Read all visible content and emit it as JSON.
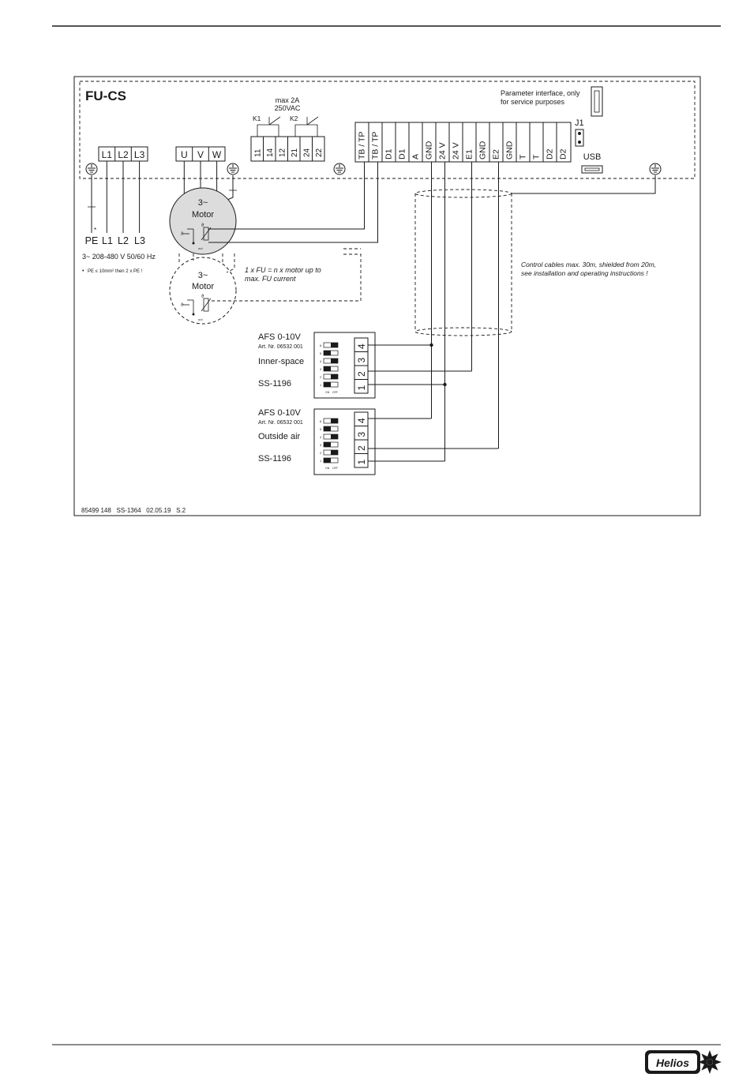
{
  "title": "FU-CS",
  "relays": {
    "rating": [
      "max 2A",
      "250VAC"
    ],
    "k1": "K1",
    "k2": "K2",
    "k1_terminals": [
      "11",
      "14",
      "12"
    ],
    "k2_terminals": [
      "21",
      "24",
      "22"
    ]
  },
  "supply": {
    "terminals": [
      "L1",
      "L2",
      "L3"
    ],
    "labels": [
      "PE",
      "L1",
      "L2",
      "L3"
    ],
    "voltage": "3~ 208-480 V 50/60 Hz",
    "note": "PE ≤ 10mm² then 2 x PE !",
    "star": "*"
  },
  "motor_terminals": [
    "U",
    "V",
    "W"
  ],
  "motor1": {
    "line1": "3~",
    "line2": "Motor",
    "out": "out"
  },
  "motor2": {
    "line1": "3~",
    "line2": "Motor",
    "out": "out"
  },
  "multi_motor_note": [
    "1 x FU = n x motor up to",
    "max. FU current"
  ],
  "control_terminals": [
    "TB / TP",
    "TB / TP",
    "D1",
    "D1",
    "A",
    "GND",
    "24 V",
    "24 V",
    "E1",
    "GND",
    "E2",
    "GND",
    "T",
    "T",
    "D2",
    "D2"
  ],
  "jumper": "J1",
  "usb": "USB",
  "param_interface": [
    "Parameter interface, only",
    "for service purposes"
  ],
  "cable_note": [
    "Control cables max. 30m, shielded from 20m,",
    "see installation and operating instructions !"
  ],
  "sensors": [
    {
      "model": "AFS 0-10V",
      "art": "Art. Nr. 06532 001",
      "location": "Inner-space",
      "code": "SS-1196",
      "terminals": [
        "4",
        "3",
        "2",
        "1"
      ],
      "dip": [
        false,
        true,
        false,
        true,
        false,
        true
      ]
    },
    {
      "model": "AFS 0-10V",
      "art": "Art. Nr. 06532 001",
      "location": "Outside air",
      "code": "SS-1196",
      "terminals": [
        "4",
        "3",
        "2",
        "1"
      ],
      "dip": [
        false,
        true,
        false,
        true,
        false,
        true
      ]
    }
  ],
  "dip_labels": [
    "6",
    "5",
    "4",
    "3",
    "2",
    "1"
  ],
  "dip_on_off": [
    "ON",
    "OFF"
  ],
  "footer_ref": "85499 148   SS-1364   02.05.19   S.2",
  "brand": "Helios"
}
